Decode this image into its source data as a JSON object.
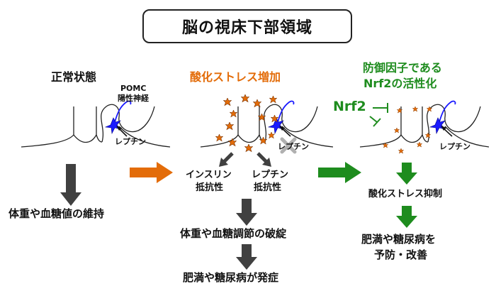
{
  "title": "脳の視床下部領域",
  "panels": {
    "normal": {
      "heading": "正常状態",
      "neuron_label_1": "POMC",
      "neuron_label_2": "陽性神経",
      "leptin": "レプチン",
      "result": "体重や血糖値の維持"
    },
    "stress": {
      "heading": "酸化ストレス増加",
      "leptin": "レプチン",
      "insulin_1": "インスリン",
      "insulin_2": "抵抗性",
      "leptin_res_1": "レプチン",
      "leptin_res_2": "抵抗性",
      "result_1": "体重や血糖調節の破綻",
      "result_2": "肥満や糖尿病が発症"
    },
    "protect": {
      "heading_1": "防御因子である",
      "heading_2": "Nrf2の活性化",
      "nrf2": "Nrf2",
      "leptin": "レプチン",
      "result_1": "酸化ストレス抑制",
      "result_2a": "肥満や糖尿病を",
      "result_2b": "予防・改善"
    }
  },
  "colors": {
    "stress": "#e36c09",
    "protect": "#1e8c1e",
    "neuron": "#1a1aff",
    "arrow_gray": "#404040"
  }
}
